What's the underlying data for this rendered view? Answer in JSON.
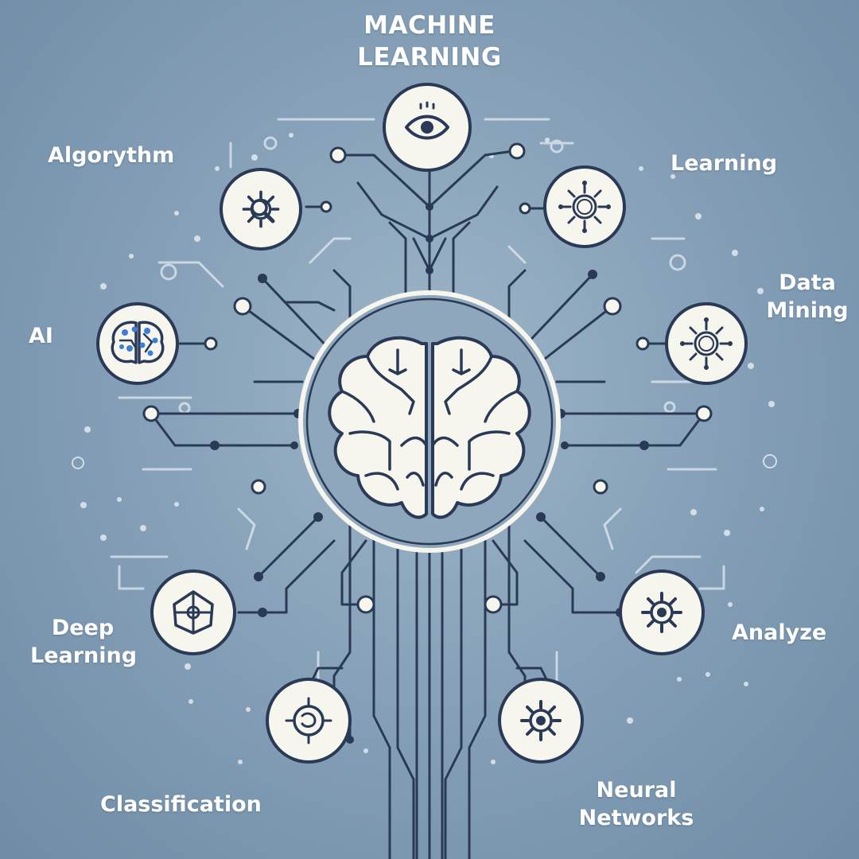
{
  "title": {
    "line1": "MACHINE",
    "line2": "LEARNING"
  },
  "labels": {
    "algorythm": "Algorythm",
    "learning": "Learning",
    "data_mining": {
      "line1": "Data",
      "line2": "Mining"
    },
    "ai": "AI",
    "deep_learning": {
      "line1": "Deep",
      "line2": "Learning"
    },
    "analyze": "Analyze",
    "classification": "Classification",
    "neural_networks": {
      "line1": "Neural",
      "line2": "Networks"
    }
  },
  "colors": {
    "background": "#86a1b8",
    "line": "#2a3a56",
    "fill": "#f7f6ee",
    "accent": "#3a7fd5"
  },
  "icons": {
    "top": "eye-icon",
    "algorythm": "magnifier-gear-icon",
    "learning": "sun-gear-icon",
    "ai": "ai-brain-icon",
    "data_mining": "sun-gear-icon",
    "deep_learning": "crosshair-node-icon",
    "analyze": "gear-icon",
    "classification": "cycle-node-icon",
    "neural_networks": "gear-icon",
    "center": "brain-icon"
  }
}
